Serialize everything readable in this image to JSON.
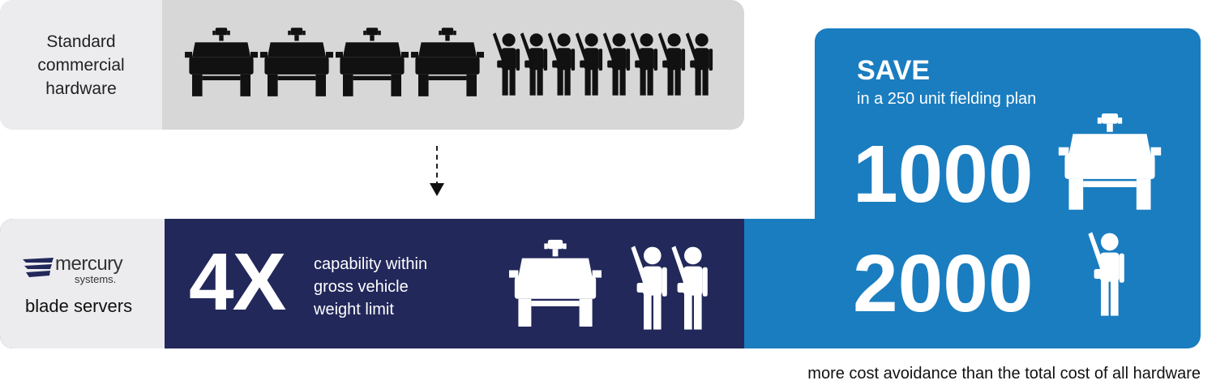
{
  "top_panel": {
    "label_lines": [
      "Standard",
      "commercial",
      "hardware"
    ],
    "vehicles": 4,
    "soldiers": 8
  },
  "bottom_panel": {
    "logo": {
      "name": "mercury",
      "sub": "systems."
    },
    "label": "blade servers",
    "multiplier": "4X",
    "description_lines": [
      "capability within",
      "gross vehicle",
      "weight limit"
    ],
    "vehicles": 1,
    "soldiers": 2
  },
  "savings": {
    "title": "SAVE",
    "subtitle": "in a 250 unit fielding plan",
    "vehicles_count": "1000",
    "soldiers_count": "2000"
  },
  "caption": "more cost avoidance than the total cost of all hardware",
  "colors": {
    "navy": "#22285a",
    "blue": "#1a7dc0",
    "grey": "#d7d7d7",
    "light": "#ececee"
  }
}
